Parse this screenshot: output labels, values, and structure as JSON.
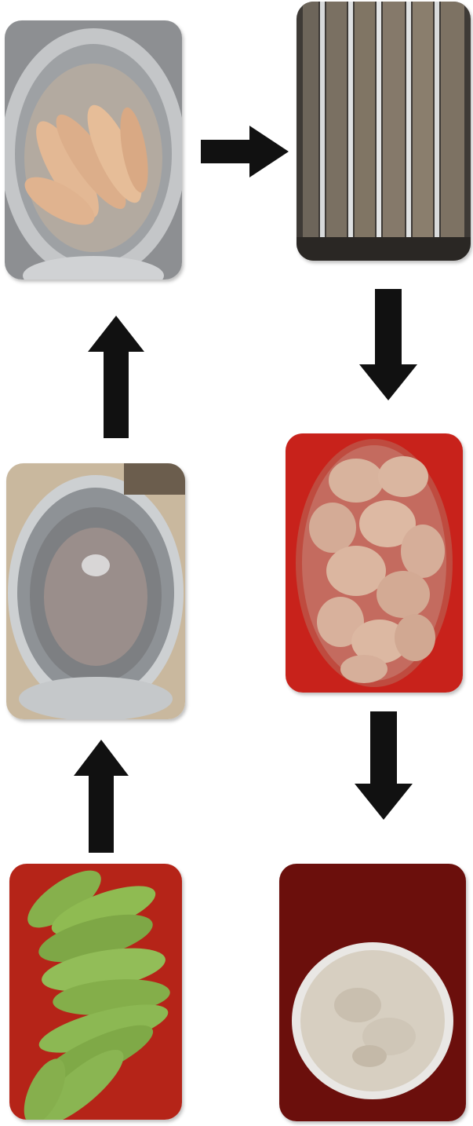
{
  "colors": {
    "arrow": "#111111",
    "red_background": "#c8221b",
    "dark_red_background": "#6b0f0c",
    "steel": "#b9bcbf",
    "banana_green": "#7fb046",
    "slice": "#d9b29a",
    "powder": "#d7cfc1"
  },
  "diagram": {
    "steps": [
      {
        "icon": "green-bananas-image"
      },
      {
        "icon": "empty-steel-vessel-image"
      },
      {
        "icon": "peeled-bananas-in-vessel-image"
      },
      {
        "icon": "drying-trays-image"
      },
      {
        "icon": "dried-slices-image"
      },
      {
        "icon": "flour-bowl-image"
      }
    ],
    "arrows": [
      {
        "direction": "up"
      },
      {
        "direction": "up"
      },
      {
        "direction": "right"
      },
      {
        "direction": "down"
      },
      {
        "direction": "down"
      }
    ]
  }
}
